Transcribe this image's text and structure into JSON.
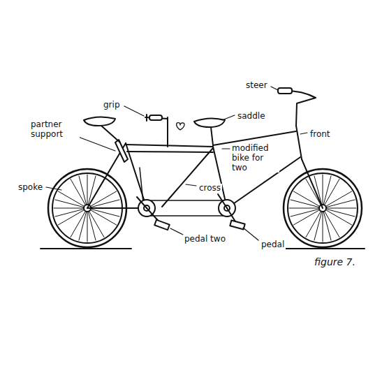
{
  "diagram": {
    "caption": "figure 7.",
    "labels": [
      "steer",
      "grip",
      "saddle",
      "partner support",
      "front",
      "modified bike for two",
      "spoke",
      "cross",
      "pedal two",
      "pedal"
    ]
  }
}
